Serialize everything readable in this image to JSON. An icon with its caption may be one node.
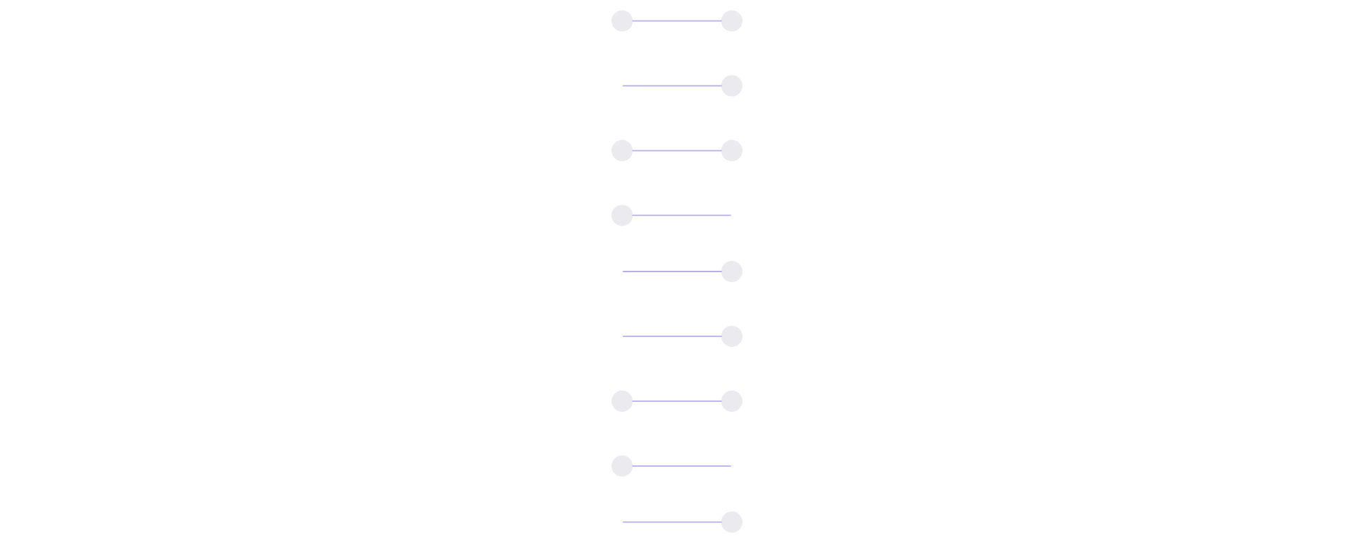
{
  "diagram": {
    "nodes": [
      {
        "text": [],
        "shape": "circle"
      },
      {
        "text": [],
        "shape": "circle"
      },
      {
        "text": [],
        "shape": "circle"
      },
      {
        "text": [],
        "shape": "circle"
      },
      {
        "text": [],
        "shape": "circle"
      },
      {
        "text": [],
        "shape": "circle"
      },
      {
        "text": [],
        "shape": "circle"
      },
      {
        "text": [],
        "shape": "circle"
      },
      {
        "text": [],
        "shape": "circle"
      },
      {
        "text": [],
        "shape": "circle"
      },
      {
        "text": [],
        "shape": "circle"
      },
      {
        "text": [],
        "shape": "circle"
      }
    ],
    "edges": [
      {
        "from": null,
        "to": 0,
        "arrow": "none"
      },
      {
        "from": null,
        "to": 4,
        "arrow": "none"
      },
      {
        "from": 2,
        "to": 3,
        "arrow": "none"
      },
      {
        "from": null,
        "to": 5,
        "arrow": "none"
      },
      {
        "from": 1,
        "to": null,
        "arrow": "none"
      },
      {
        "from": 6,
        "to": null,
        "arrow": "none"
      },
      {
        "from": null,
        "to": 8,
        "arrow": "none"
      },
      {
        "from": 10,
        "to": 11,
        "arrow": "none"
      },
      {
        "from": 7,
        "to": 9,
        "arrow": "none"
      }
    ]
  }
}
